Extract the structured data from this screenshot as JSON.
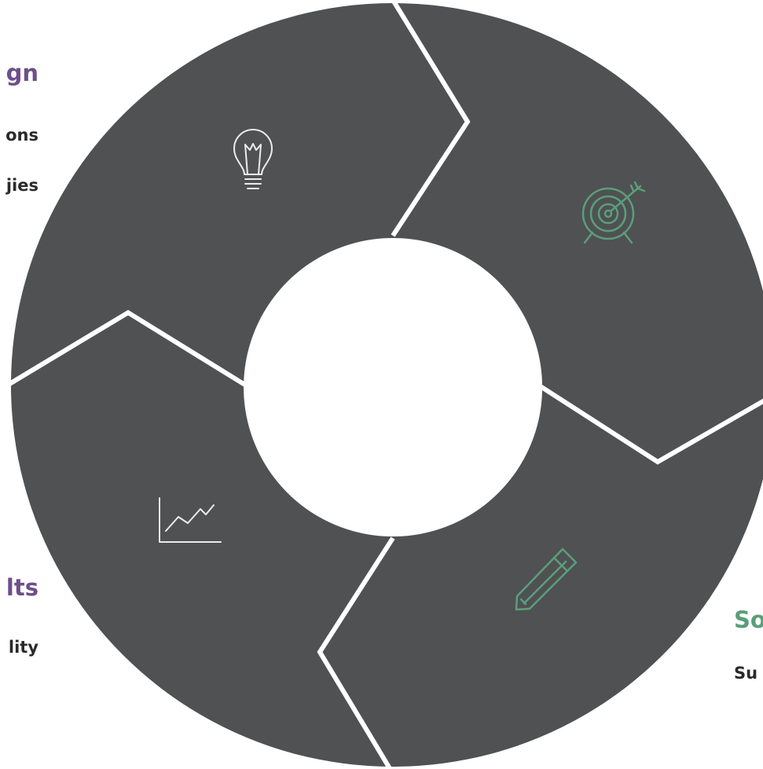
{
  "colors": {
    "segment": "#4f5153",
    "divider": "#ffffff",
    "purple": "#6e4e8a",
    "green": "#5b9e7a",
    "icon_light": "#ececec"
  },
  "labels": {
    "design_heading": "gn",
    "design_line1": "ons",
    "design_line2": "jies",
    "results_heading": "lts",
    "results_line1": "lity",
    "solve_heading": "So",
    "solve_line1": "Su"
  },
  "icons": {
    "top_left": "lightbulb-icon",
    "top_right": "target-arrow-icon",
    "bottom_right": "pencil-icon",
    "bottom_left": "line-chart-icon"
  }
}
